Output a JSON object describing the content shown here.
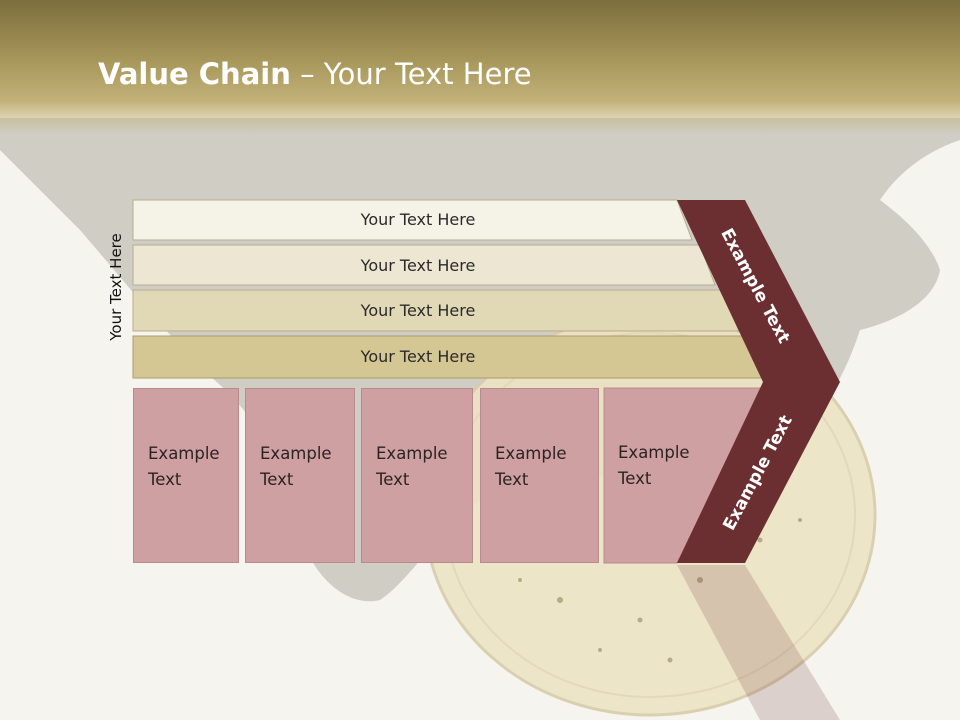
{
  "title": {
    "bold": "Value Chain",
    "rest": " – Your Text Here"
  },
  "side_label": "Your Text Here",
  "support_rows": [
    "Your Text Here",
    "Your Text Here",
    "Your Text Here",
    "Your Text Here"
  ],
  "primary_columns": [
    {
      "line1": "Example",
      "line2": "Text"
    },
    {
      "line1": "Example",
      "line2": "Text"
    },
    {
      "line1": "Example",
      "line2": "Text"
    },
    {
      "line1": "Example",
      "line2": "Text"
    },
    {
      "line1": "Example",
      "line2": "Text"
    }
  ],
  "chevron_labels": {
    "upper": "Example Text",
    "lower": "Example Text"
  },
  "colors": {
    "header": "#a8975a",
    "row1": "#f5f3e8",
    "row2": "#ece6d2",
    "row3": "#e1d8b6",
    "row4": "#d4c793",
    "columns": "#cfa0a2",
    "chevron": "#6b2f31"
  }
}
